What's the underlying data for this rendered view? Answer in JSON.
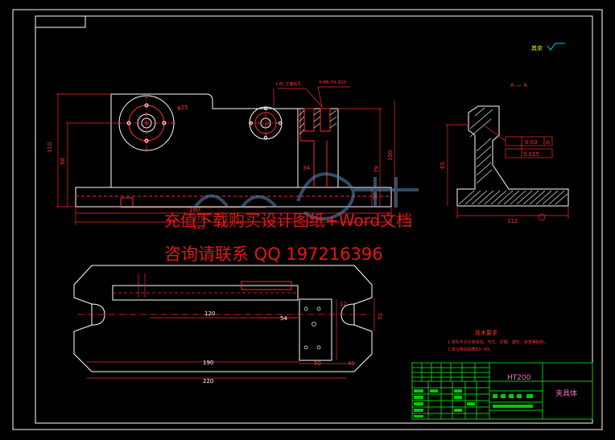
{
  "colors": {
    "background": "#000000",
    "frame": "#ffffff",
    "title_block": "#00cc00",
    "outline": "#ffffff",
    "dimension": "#ff2a2a",
    "hatch": "#ffffff",
    "text": "#ff3333",
    "watermark": "#ff1a1a",
    "title_label": "#ff66cc"
  },
  "watermark": {
    "line1": "充值下载购买设计图纸+Word文档",
    "line2": "咨询请联系 QQ 197216396"
  },
  "labels": {
    "roughness_note": "其余",
    "section_label": "A — A",
    "tech_title": "技术要求",
    "tech_line1": "1.零件不允许有裂纹、气孔、砂眼、疏松、夹渣等缺陷。",
    "tech_line2": "2.未注铸造圆角R3~R5。",
    "material": "HT200",
    "part_name": "夹具体",
    "hole_note1": "1-8L 正面钻孔",
    "hole_note2": "4-M8-7H 深16",
    "tolerance1": "0.03",
    "tolerance2": "0.015",
    "datum": "A"
  },
  "dimensions": {
    "d_110": "110",
    "d_98": "98",
    "d_100": "100",
    "d_79": "79",
    "d_20": "20",
    "d_180": "180",
    "d_275": "275",
    "d_295": "295",
    "d_34": "34",
    "d_65": "65",
    "d_112": "112",
    "d_120": "120",
    "d_54": "54",
    "d_190": "190",
    "d_220": "220",
    "d_50": "50",
    "d_70": "70",
    "d_40": "40",
    "d_12": "12",
    "d_phi": "φ25"
  }
}
